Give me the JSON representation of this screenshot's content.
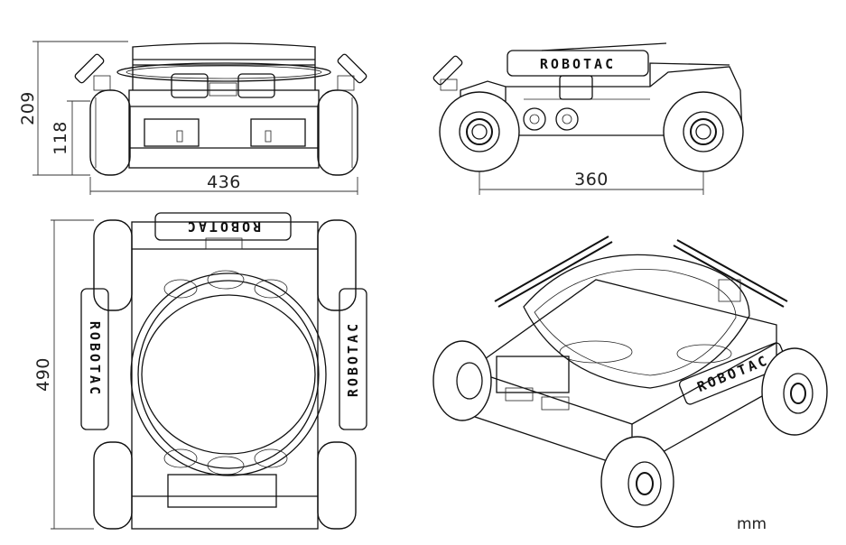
{
  "brand_label": "ROBOTAC",
  "dimensions": {
    "front_height": "209",
    "front_height_to_deck": "118",
    "front_width": "436",
    "side_wheelbase": "360",
    "top_length": "490"
  },
  "unit_label": "mm"
}
